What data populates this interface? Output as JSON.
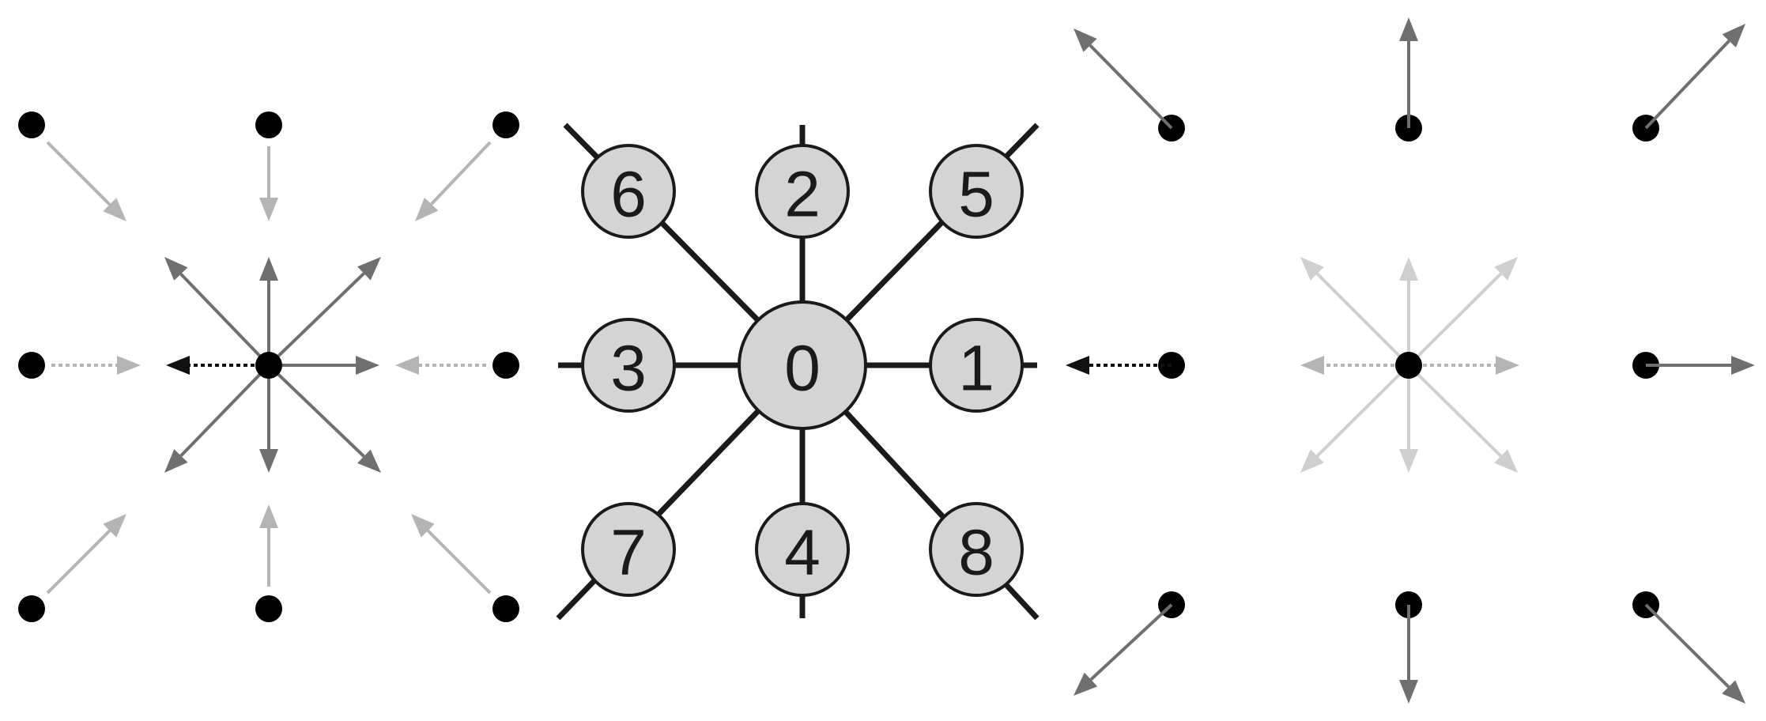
{
  "diagram": {
    "center_label": "0",
    "neighbor_labels": {
      "east": "1",
      "north": "2",
      "west": "3",
      "south": "4",
      "north_east": "5",
      "north_west": "6",
      "south_west": "7",
      "south_east": "8"
    },
    "colors": {
      "node_fill": "#d4d4d4",
      "node_stroke": "#1a1a1a",
      "dot": "#000000",
      "arrow_dark": "#111111",
      "arrow_mid": "#6f6f6f",
      "arrow_light": "#b4b4b4",
      "arrow_faint": "#cfcfcf"
    }
  }
}
